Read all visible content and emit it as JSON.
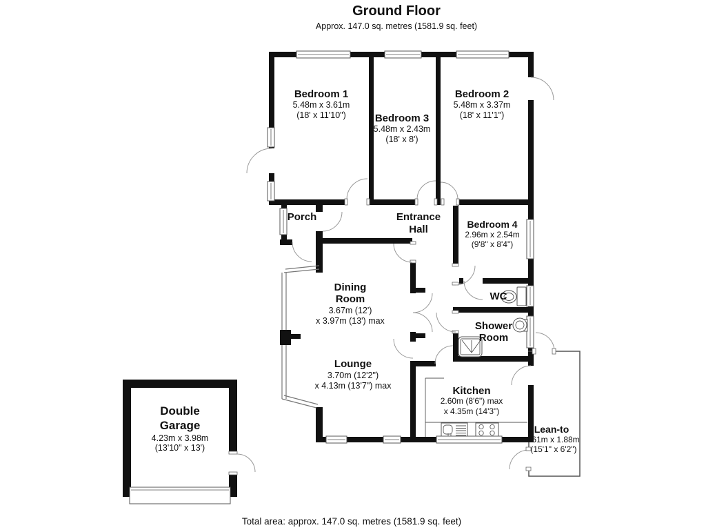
{
  "header": {
    "title": "Ground Floor",
    "subtitle": "Approx. 147.0 sq. metres (1581.9 sq. feet)"
  },
  "footer": {
    "total_area": "Total area: approx. 147.0 sq. metres (1581.9 sq. feet)"
  },
  "rooms": {
    "bedroom1": {
      "name": "Bedroom 1",
      "metric": "5.48m x 3.61m",
      "imperial": "(18' x 11'10\")"
    },
    "bedroom3": {
      "name": "Bedroom 3",
      "metric": "5.48m x 2.43m",
      "imperial": "(18' x 8')"
    },
    "bedroom2": {
      "name": "Bedroom 2",
      "metric": "5.48m x 3.37m",
      "imperial": "(18' x 11'1\")"
    },
    "bedroom4": {
      "name": "Bedroom 4",
      "metric": "2.96m x 2.54m",
      "imperial": "(9'8\" x 8'4\")"
    },
    "porch": {
      "name": "Porch"
    },
    "entrance_hall": {
      "line1": "Entrance",
      "line2": "Hall"
    },
    "wc": {
      "name": "WC"
    },
    "shower_room": {
      "line1": "Shower",
      "line2": "Room"
    },
    "dining_room": {
      "line1": "Dining",
      "line2": "Room",
      "metric": "3.67m (12')",
      "metric2": "x 3.97m (13') max"
    },
    "lounge": {
      "name": "Lounge",
      "metric": "3.70m (12'2\")",
      "metric2": "x 4.13m (13'7\") max"
    },
    "kitchen": {
      "name": "Kitchen",
      "metric": "2.60m (8'6\") max",
      "metric2": "x 4.35m (14'3\")"
    },
    "lean_to": {
      "name": "Lean-to",
      "metric": "61m x 1.88m",
      "imperial": "(15'1\" x 6'2\")"
    },
    "double_garage": {
      "line1": "Double",
      "line2": "Garage",
      "metric": "4.23m x 3.98m",
      "imperial": "(13'10\" x 13')"
    }
  }
}
